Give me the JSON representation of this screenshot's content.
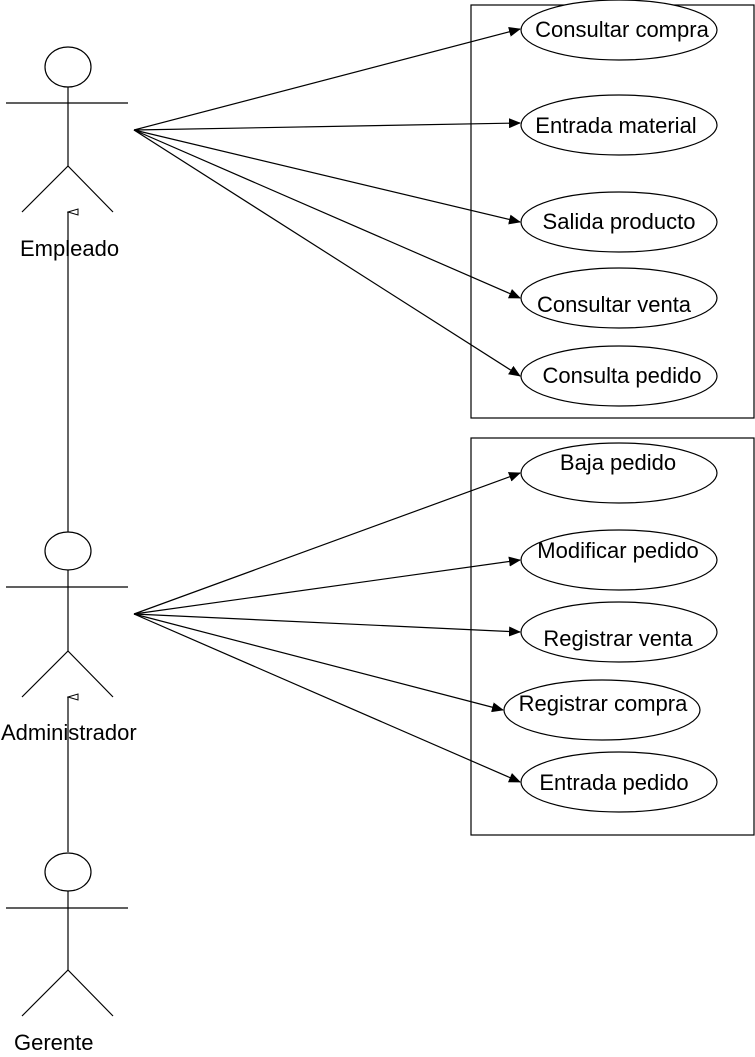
{
  "actors": {
    "empleado": {
      "label": "Empleado"
    },
    "administrador": {
      "label": "Administrador"
    },
    "gerente": {
      "label": "Gerente"
    }
  },
  "use_cases": {
    "top": [
      "Consultar compra",
      "Entrada material",
      "Salida producto",
      "Consultar venta",
      "Consulta pedido"
    ],
    "bottom": [
      "Baja pedido",
      "Modificar pedido",
      "Registrar venta",
      "Registrar compra",
      "Entrada pedido"
    ]
  }
}
